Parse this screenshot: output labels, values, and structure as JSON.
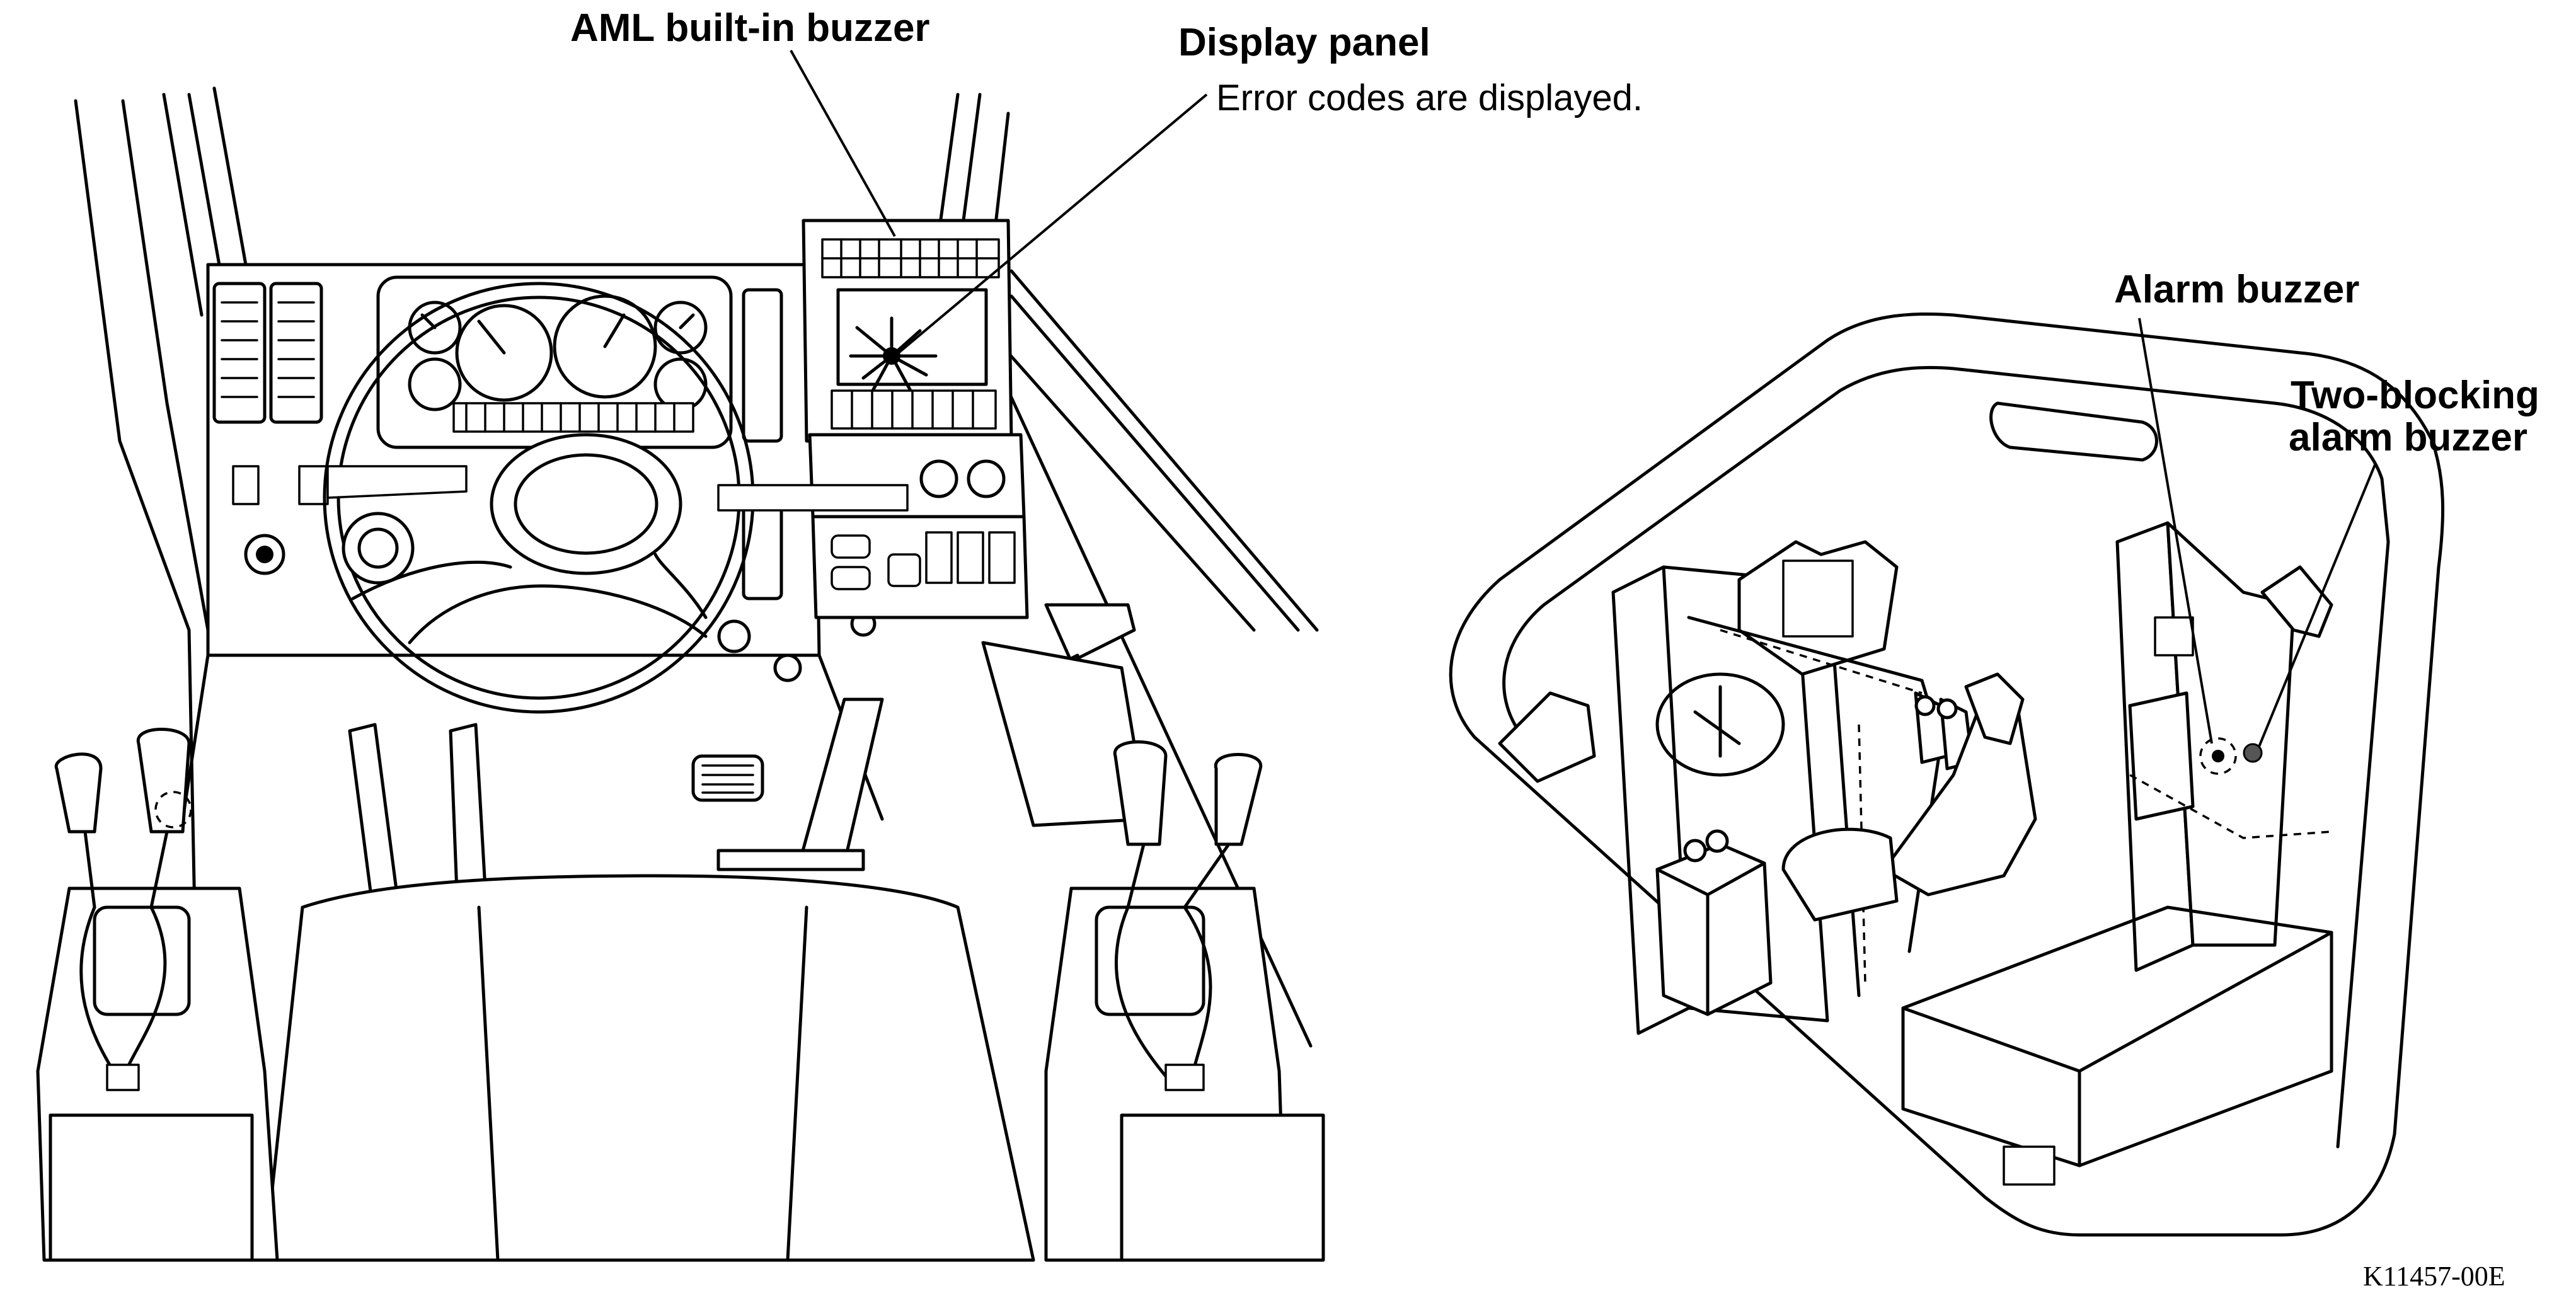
{
  "figure": {
    "labels": {
      "aml_buzzer": "AML built-in buzzer",
      "display_panel": "Display panel",
      "display_panel_note": "Error codes are displayed.",
      "alarm_buzzer": "Alarm buzzer",
      "two_blocking_line1": "Two-blocking",
      "two_blocking_line2": "alarm buzzer"
    },
    "figure_id": "K11457-00E"
  }
}
